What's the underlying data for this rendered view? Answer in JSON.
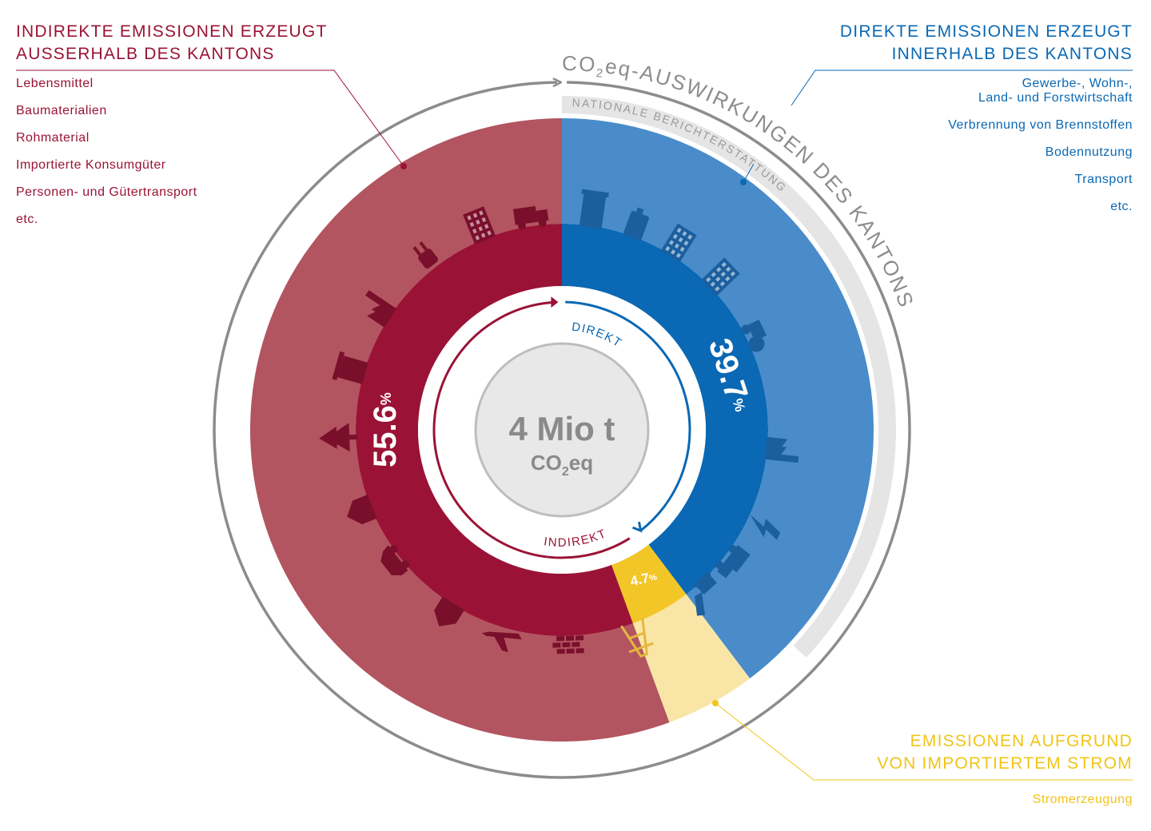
{
  "chart_data": {
    "type": "pie",
    "total": {
      "value": "4 Mio t",
      "unit_main": "CO",
      "unit_sub": "2",
      "unit_tail": "eq"
    },
    "slices": [
      {
        "label": "55.6",
        "unit": "%",
        "value": 55.6,
        "color": "#9a1336",
        "outer_color": "#b25560"
      },
      {
        "label": "39.7",
        "unit": "%",
        "value": 39.7,
        "color": "#0a68b4",
        "outer_color": "#4a8cca"
      },
      {
        "label": "4.7",
        "unit": "%",
        "value": 4.7,
        "color": "#f2c627",
        "outer_color": "#f9e6a6"
      }
    ],
    "inner_arrows": {
      "direct": "DIREKT",
      "indirect": "INDIREKT"
    }
  },
  "outer_arc": {
    "title_prefix": "CO",
    "title_sub": "2",
    "title_rest": "eq-AUSWIRKUNGEN DES KANTONS",
    "national": "NATIONALE BERICHTERSTATTUNG"
  },
  "panels": {
    "indirect": {
      "heading": [
        "INDIREKTE EMISSIONEN ERZEUGT",
        "AUSSERHALB DES KANTONS"
      ],
      "items": [
        "Lebensmittel",
        "Baumaterialien",
        "Rohmaterial",
        "Importierte Konsumgüter",
        "Personen- und Gütertransport",
        "etc."
      ]
    },
    "direct": {
      "heading": [
        "DIREKTE EMISSIONEN ERZEUGT",
        "INNERHALB DES KANTONS"
      ],
      "items_first": [
        "Gewerbe-, Wohn-,",
        "Land- und Forstwirtschaft"
      ],
      "items": [
        "Verbrennung von Brennstoffen",
        "Bodennutzung",
        "Transport",
        "etc."
      ]
    },
    "electricity": {
      "heading": [
        "EMISSIONEN AUFGRUND",
        "VON IMPORTIERTEM STROM"
      ],
      "items": [
        "Stromerzeugung"
      ]
    }
  },
  "colors": {
    "red": "#9a1336",
    "blue": "#0a68b4",
    "yellow": "#f0c419",
    "grey": "#8c8c8c"
  }
}
